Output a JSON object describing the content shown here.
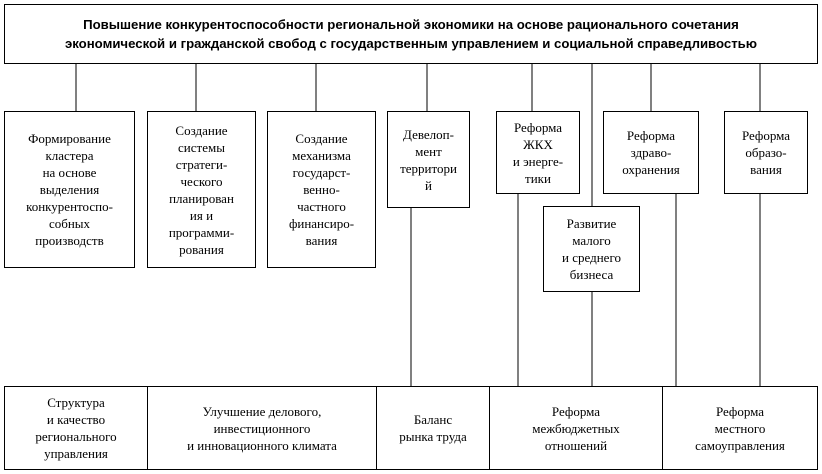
{
  "diagram": {
    "title": "Повышение конкурентоспособности региональной экономики на основе рационального сочетания\nэкономической и гражданской свобод с государственным управлением и социальной справедливостью",
    "middle": [
      "Формирование\nкластера\nна основе\nвыделения\nконкурентоспо-\nсобных\nпроизводств",
      "Создание\nсистемы\nстратеги-\nческого\nпланирован\nия и\nпрограмми-\nрования",
      "Создание\nмеханизма\nгосударст-\nвенно-\nчастного\nфинансиро-\nвания",
      "Девелоп-\nмент\nтерритори\nй",
      "Реформа\nЖКХ\nи энерге-\nтики",
      "Развитие\nмалого\nи среднего\nбизнеса",
      "Реформа\nздраво-\nохранения",
      "Реформа\nобразо-\nвания"
    ],
    "bottom": [
      "Структура\nи качество\nрегионального\nуправления",
      "Улучшение делового,\nинвестиционного\nи инновационного климата",
      "Баланс\nрынка труда",
      "Реформа\nмежбюджетных\nотношений",
      "Реформа\nместного\nсамоуправления"
    ]
  }
}
